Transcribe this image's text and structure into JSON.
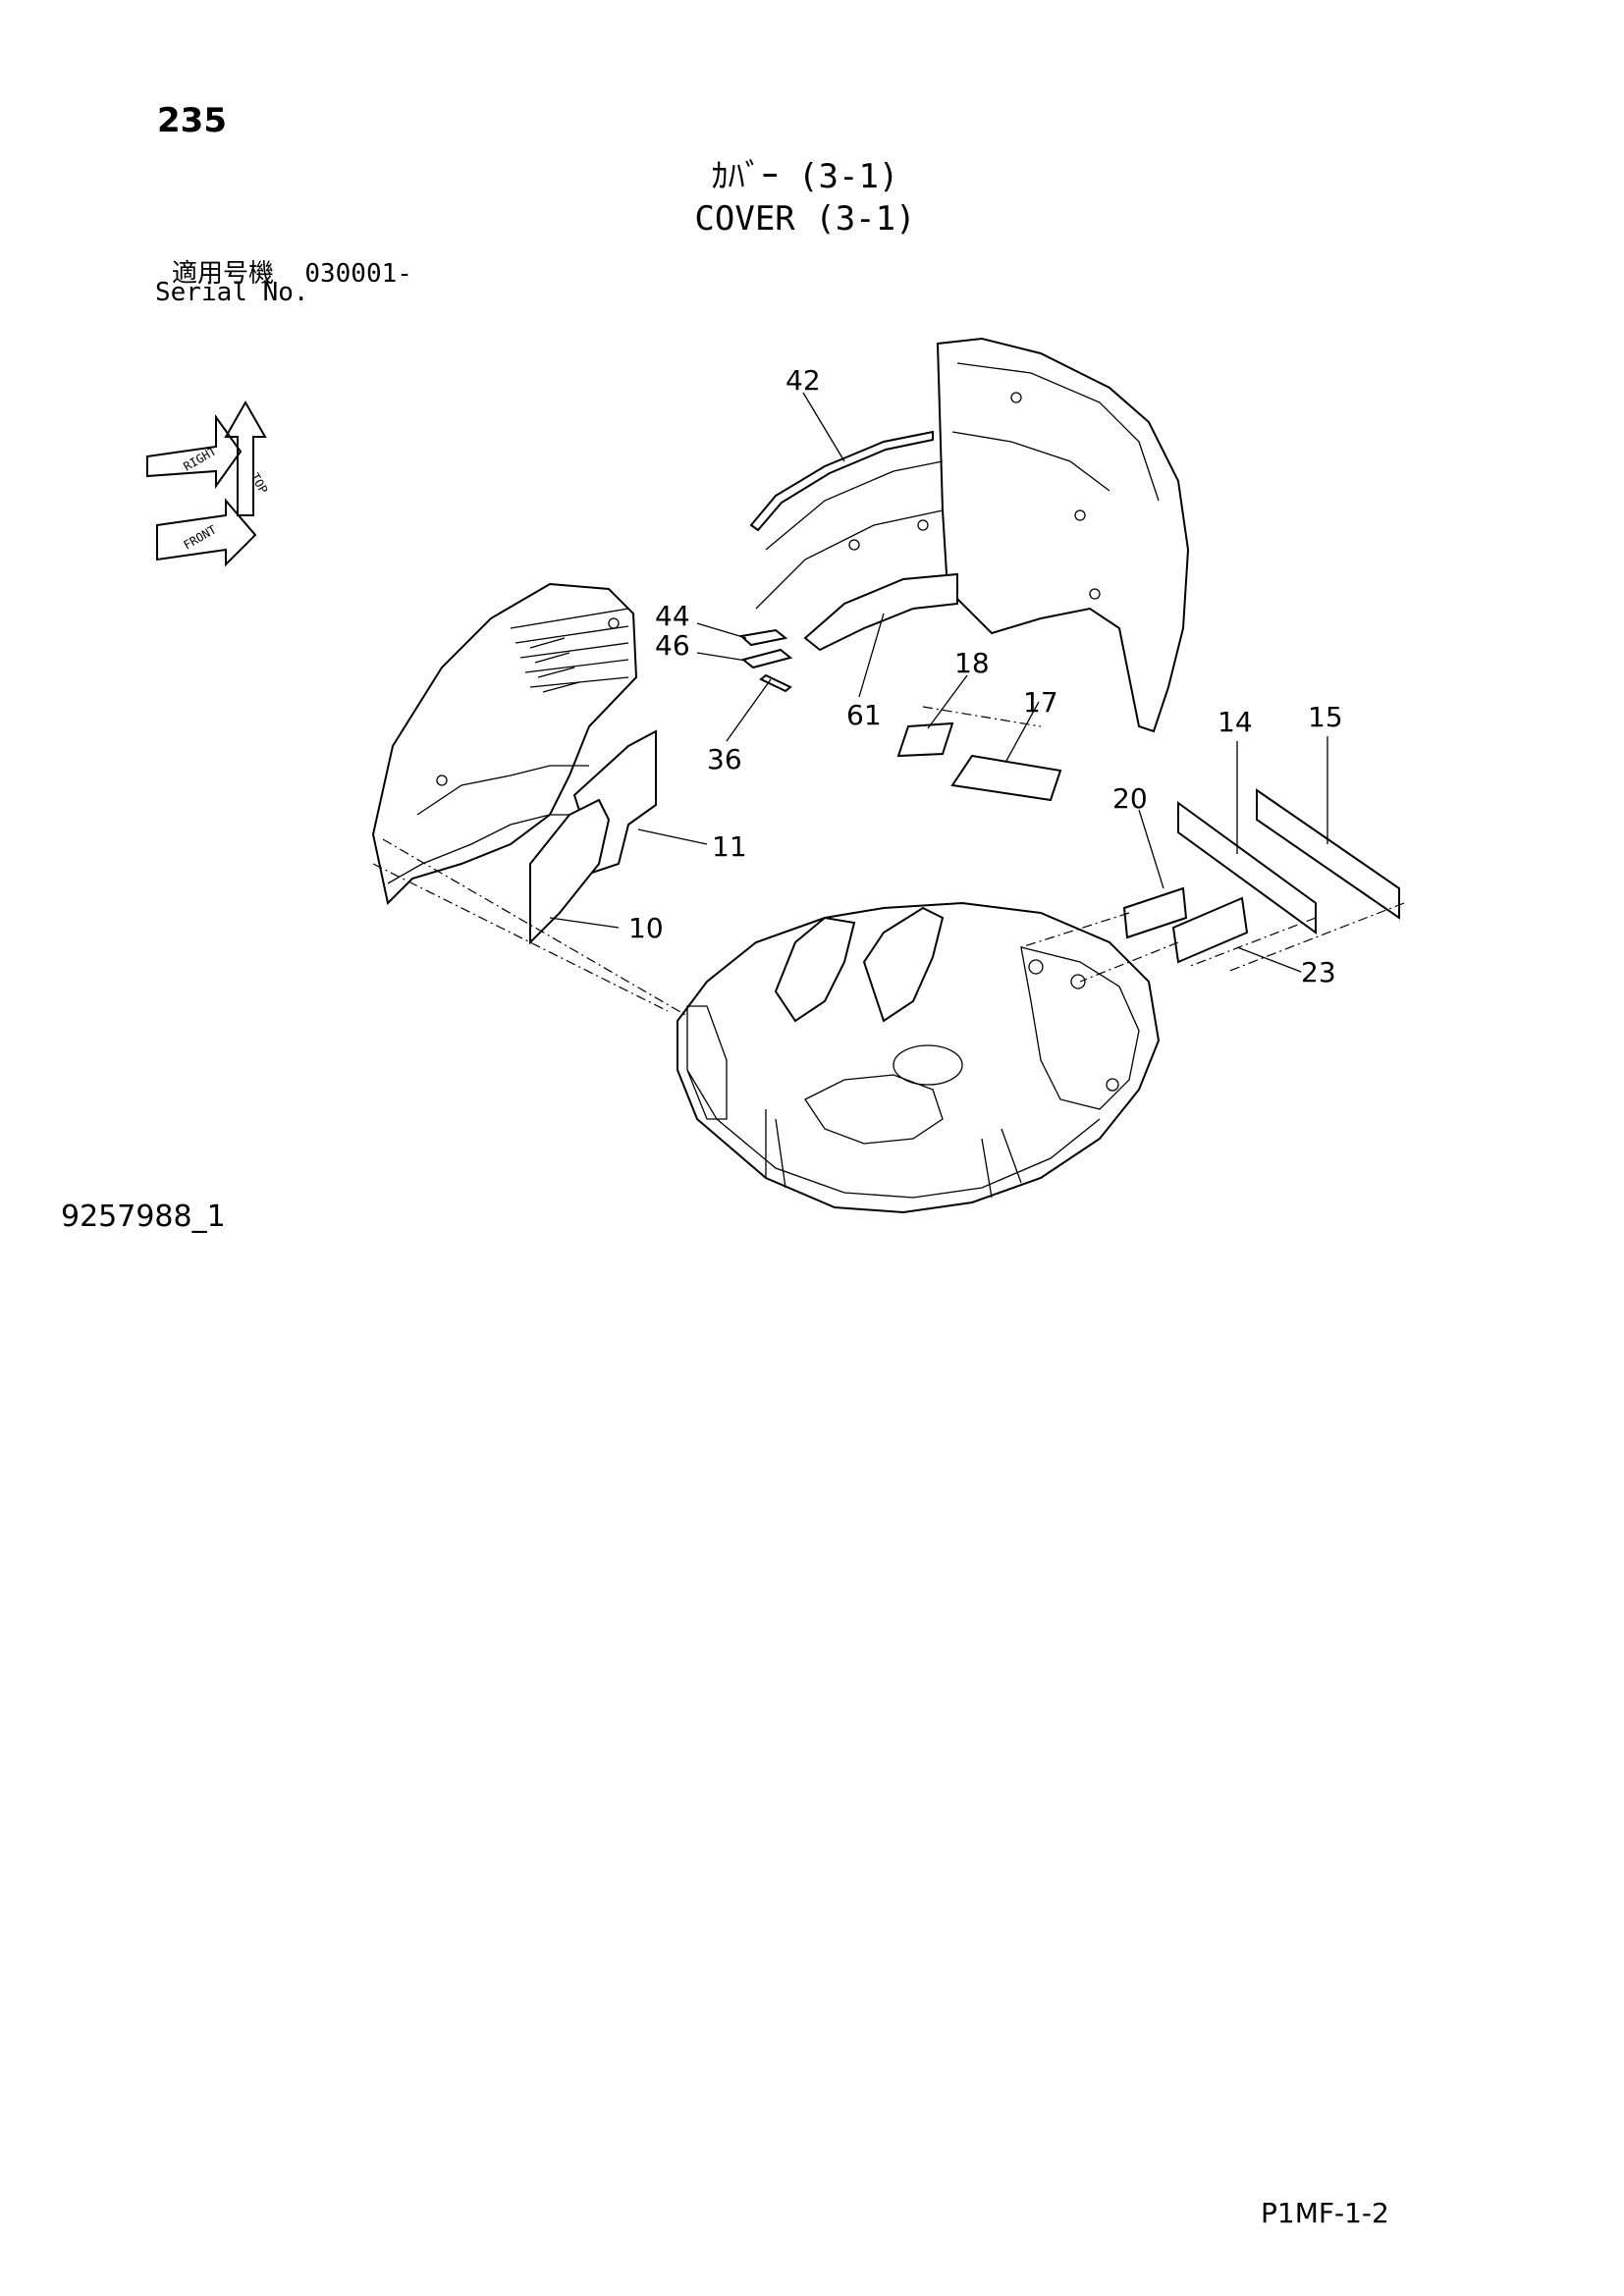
{
  "header": {
    "page_number": "235",
    "title_jp": "ｶﾊﾞｰ (3-1)",
    "title_en": "COVER (3-1)",
    "serial_label_jp": "適用号機",
    "serial_value": "030001-",
    "serial_label_en": "Serial No."
  },
  "orientation_icon": {
    "labels": [
      "TOP",
      "RIGHT",
      "FRONT"
    ],
    "icon": "orientation-arrows-icon"
  },
  "callouts": [
    "42",
    "44",
    "46",
    "36",
    "61",
    "18",
    "17",
    "14",
    "15",
    "20",
    "11",
    "10",
    "23"
  ],
  "footer": {
    "doc_id": "9257988_1",
    "page_code": "P1MF-1-2"
  }
}
